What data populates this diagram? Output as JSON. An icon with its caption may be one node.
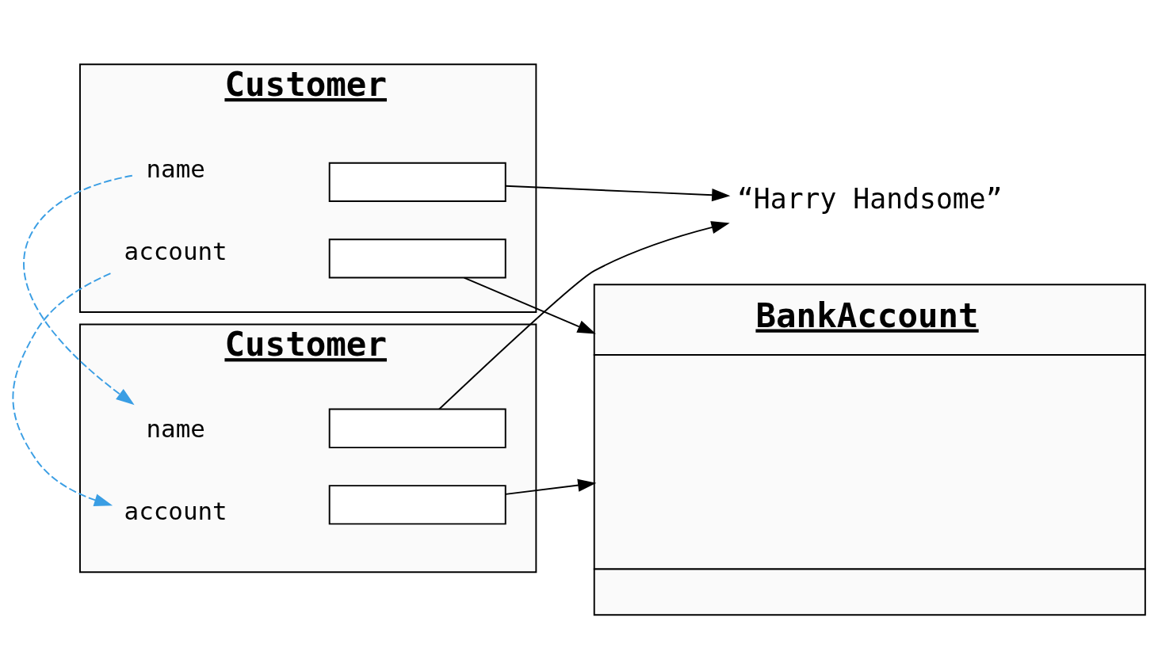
{
  "diagram": {
    "nodes": [
      {
        "text": [
          "Customer"
        ]
      },
      {
        "text": [
          "name"
        ],
        "in": 0
      },
      {
        "text": [],
        "shape": "box",
        "in": 0
      },
      {
        "text": [
          "account"
        ],
        "in": 0
      },
      {
        "text": [],
        "shape": "box",
        "in": 0
      },
      {
        "text": [
          "Customer"
        ]
      },
      {
        "text": [
          "name"
        ],
        "in": 5
      },
      {
        "text": [],
        "shape": "box",
        "in": 5
      },
      {
        "text": [
          "account"
        ],
        "in": 5
      },
      {
        "text": [],
        "shape": "box",
        "in": 5
      },
      {
        "text": [
          "“Harry Handsome”"
        ]
      },
      {
        "text": [
          "BankAccount"
        ]
      }
    ],
    "edges": [
      {
        "from": 2,
        "to": 10,
        "arrow": "to"
      },
      {
        "from": 4,
        "to": 11,
        "arrow": "to"
      },
      {
        "from": 7,
        "to": 10,
        "arrow": "to"
      },
      {
        "from": 9,
        "to": 11,
        "arrow": "to"
      },
      {
        "from": 1,
        "to": 6,
        "arrow": "to",
        "style": "dashed",
        "color": "#3a9ee4"
      },
      {
        "from": 3,
        "to": 8,
        "arrow": "to",
        "style": "dashed",
        "color": "#3a9ee4"
      }
    ]
  }
}
